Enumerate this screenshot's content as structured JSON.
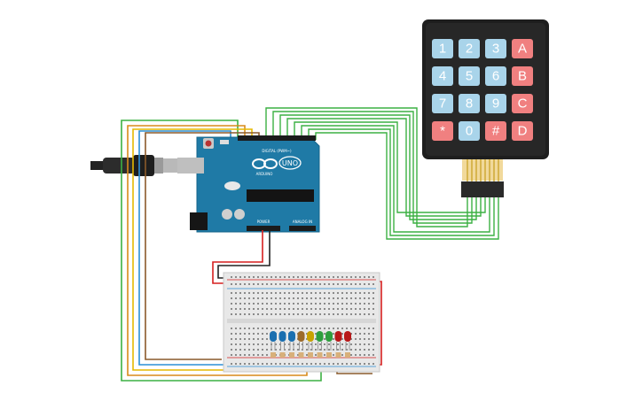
{
  "board": {
    "brand": "UNO",
    "model_text": "ARDUINO",
    "digital_label": "DIGITAL (PWM~)",
    "power_label": "POWER",
    "analog_label": "ANALOG IN"
  },
  "keypad": {
    "rows": [
      [
        "1",
        "2",
        "3",
        "A"
      ],
      [
        "4",
        "5",
        "6",
        "B"
      ],
      [
        "7",
        "8",
        "9",
        "C"
      ],
      [
        "*",
        "0",
        "#",
        "D"
      ]
    ],
    "key_color": "#a9d4ea",
    "letter_key_color": "#f08080",
    "pin_count": 8
  },
  "leds": {
    "colors": [
      "#1a6fb0",
      "#1a6fb0",
      "#1a6fb0",
      "#9c6a2a",
      "#c8a200",
      "#2e9e3e",
      "#2e9e3e",
      "#b81818",
      "#b81818"
    ]
  },
  "wire_colors": {
    "keypad": "#3cb043",
    "power": "#d61f1f",
    "ground": "#222222",
    "blue": "#2b8fd6",
    "yellow": "#e6b800",
    "orange": "#d88a1a",
    "brown": "#8a5a2b",
    "green": "#3cb043"
  }
}
